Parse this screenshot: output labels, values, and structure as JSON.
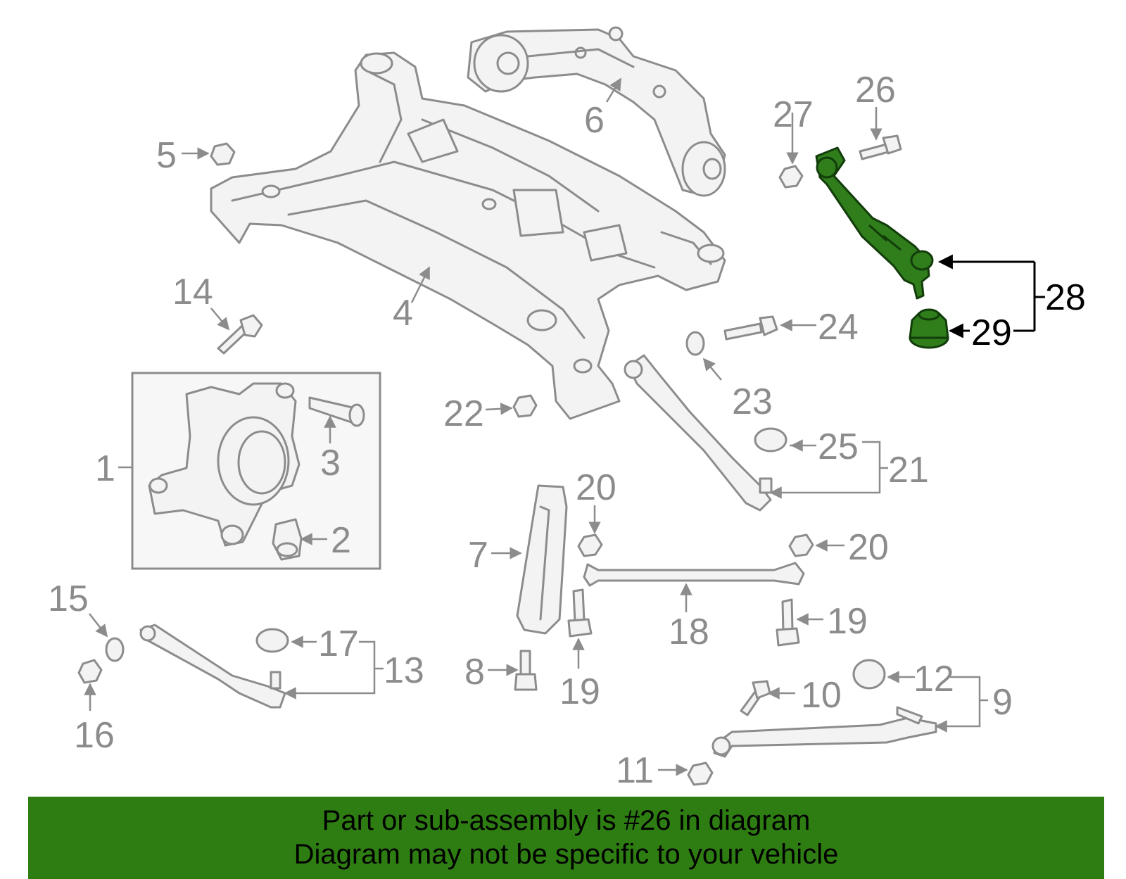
{
  "diagram": {
    "highlighted_part": "26",
    "highlight_color": "#2e7d12",
    "callouts": [
      "1",
      "2",
      "3",
      "4",
      "5",
      "6",
      "7",
      "8",
      "9",
      "10",
      "11",
      "12",
      "13",
      "14",
      "15",
      "16",
      "17",
      "18",
      "19",
      "19",
      "20",
      "20",
      "21",
      "22",
      "23",
      "24",
      "25",
      "26",
      "27",
      "28",
      "29"
    ]
  },
  "banner": {
    "line1": "Part or sub-assembly is #26 in diagram",
    "line2": "Diagram may not be specific to your vehicle"
  }
}
